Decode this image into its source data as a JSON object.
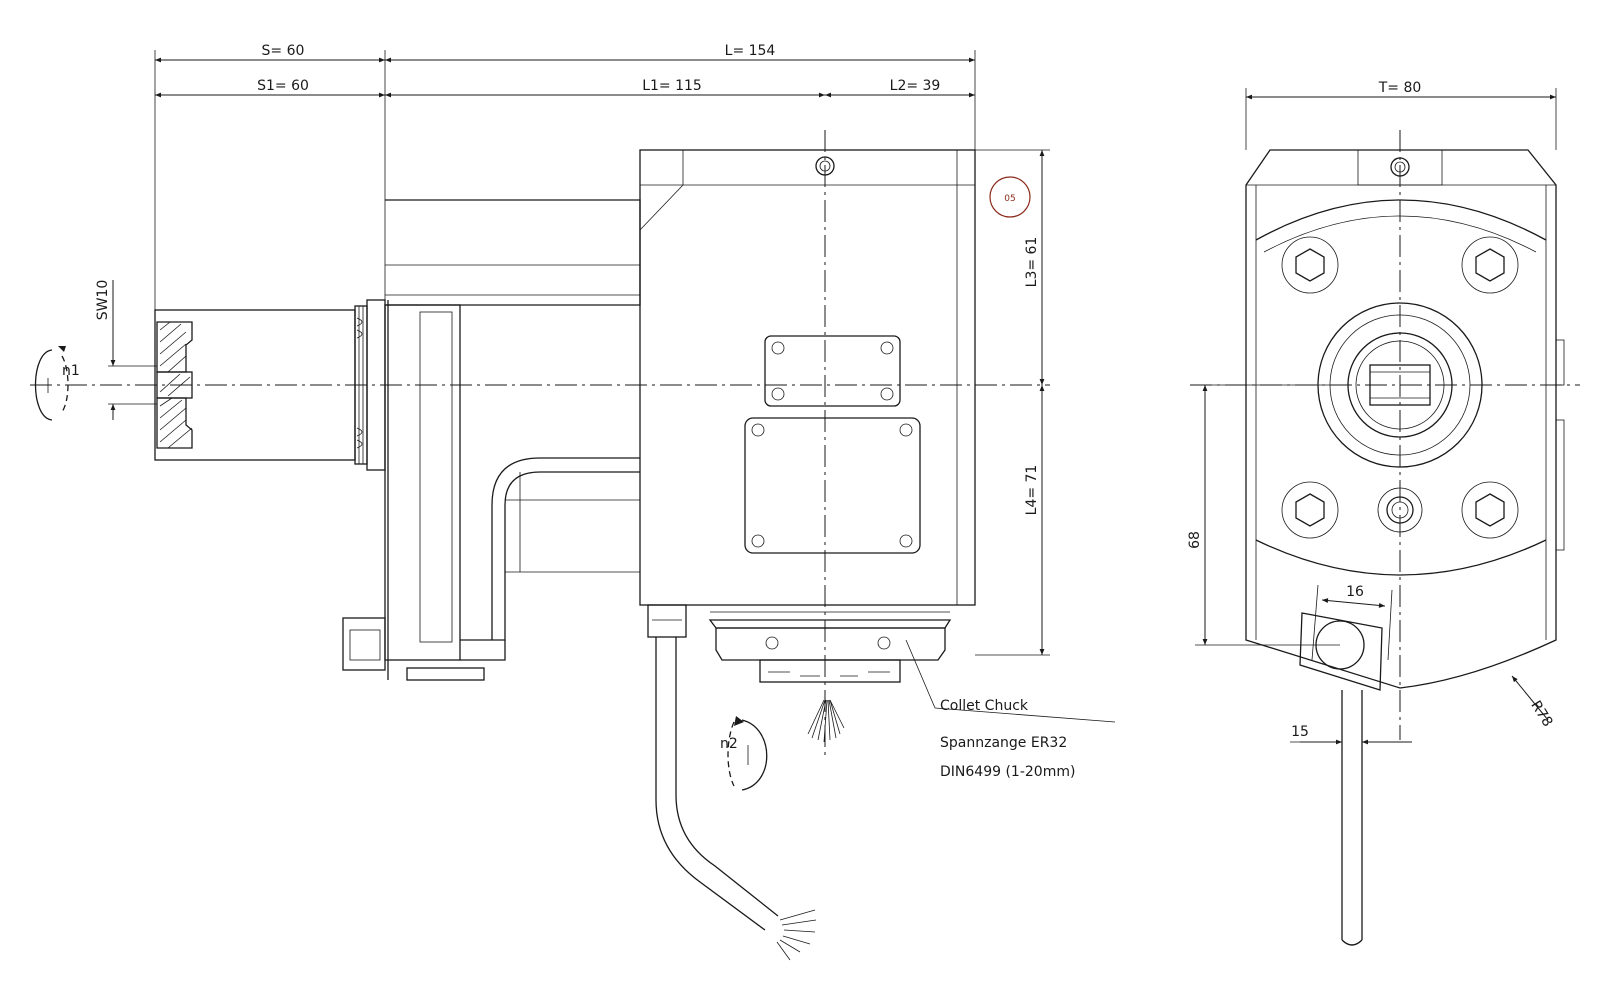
{
  "dimensions": {
    "S": "S= 60",
    "S1": "S1= 60",
    "L": "L= 154",
    "L1": "L1= 115",
    "L2": "L2= 39",
    "L3": "L3= 61",
    "L4": "L4= 71",
    "T": "T= 80",
    "SW": "SW10",
    "h68": "68",
    "w16": "16",
    "w15": "15",
    "R": "R78"
  },
  "labels": {
    "n1": "n1",
    "n2": "n2",
    "badge": "05"
  },
  "callout": {
    "line1": "Collet Chuck",
    "line2": "Spannzange ER32",
    "line3": "DIN6499 (1-20mm)"
  },
  "colors": {
    "line": "#1a1a1a",
    "badge": "#8b2a1a"
  }
}
